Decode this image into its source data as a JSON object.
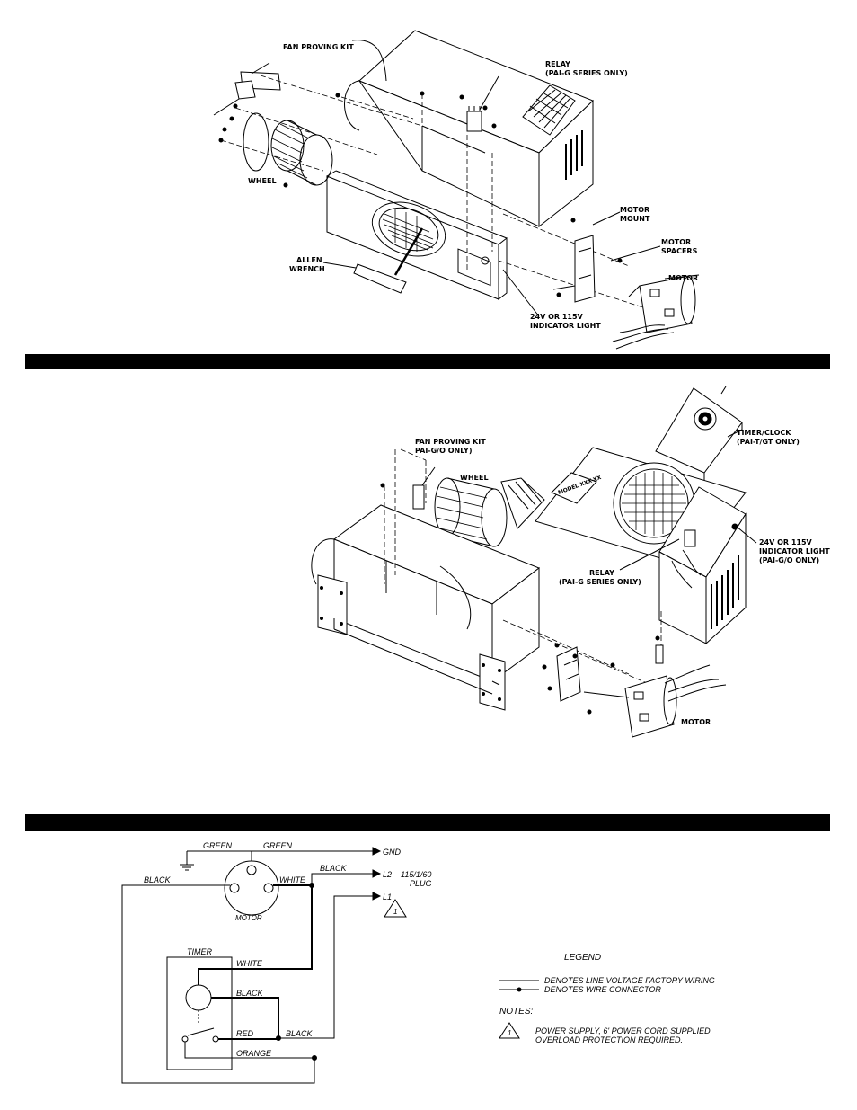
{
  "figure1": {
    "labels": {
      "fan_proving_kit": "FAN PROVING KIT",
      "relay_1": "RELAY",
      "relay_2": "(PAI-G SERIES ONLY)",
      "wheel": "WHEEL",
      "motor_mount_1": "MOTOR",
      "motor_mount_2": "MOUNT",
      "motor_spacers_1": "MOTOR",
      "motor_spacers_2": "SPACERS",
      "motor": "MOTOR",
      "allen_1": "ALLEN",
      "allen_2": "WRENCH",
      "indicator_1": "24V OR 115V",
      "indicator_2": "INDICATOR LIGHT"
    }
  },
  "figure2": {
    "labels": {
      "timer_1": "TIMER/CLOCK",
      "timer_2": "(PAI-T/GT ONLY)",
      "fan_kit_1": "FAN PROVING KIT",
      "fan_kit_2": "PAI-G/O ONLY)",
      "wheel": "WHEEL",
      "model_plate": "MODEL XXX-XX",
      "indicator_1": "24V OR 115V",
      "indicator_2": "INDICATOR LIGHT",
      "indicator_3": "(PAI-G/O ONLY)",
      "relay_1": "RELAY",
      "relay_2": "(PAI-G SERIES ONLY)",
      "motor": "MOTOR"
    }
  },
  "wiring": {
    "green_1": "GREEN",
    "green_2": "GREEN",
    "gnd": "GND",
    "black_left": "BLACK",
    "white_motor": "WHITE",
    "black_top": "BLACK",
    "l2": "L2",
    "supply": "115/1/60",
    "plug": "PLUG",
    "l1": "L1",
    "motor": "MOTOR",
    "timer": "TIMER",
    "white_timer": "WHITE",
    "black_timer": "BLACK",
    "red": "RED",
    "black_red": "BLACK",
    "orange": "ORANGE",
    "note_symbol": "1"
  },
  "legend": {
    "title": "LEGEND",
    "line_voltage": "DENOTES LINE VOLTAGE FACTORY WIRING",
    "connector": "DENOTES WIRE CONNECTOR",
    "notes_title": "NOTES:",
    "note_symbol": "1",
    "note_1a": "POWER SUPPLY, 6' POWER CORD SUPPLIED.",
    "note_1b": "OVERLOAD PROTECTION REQUIRED."
  }
}
